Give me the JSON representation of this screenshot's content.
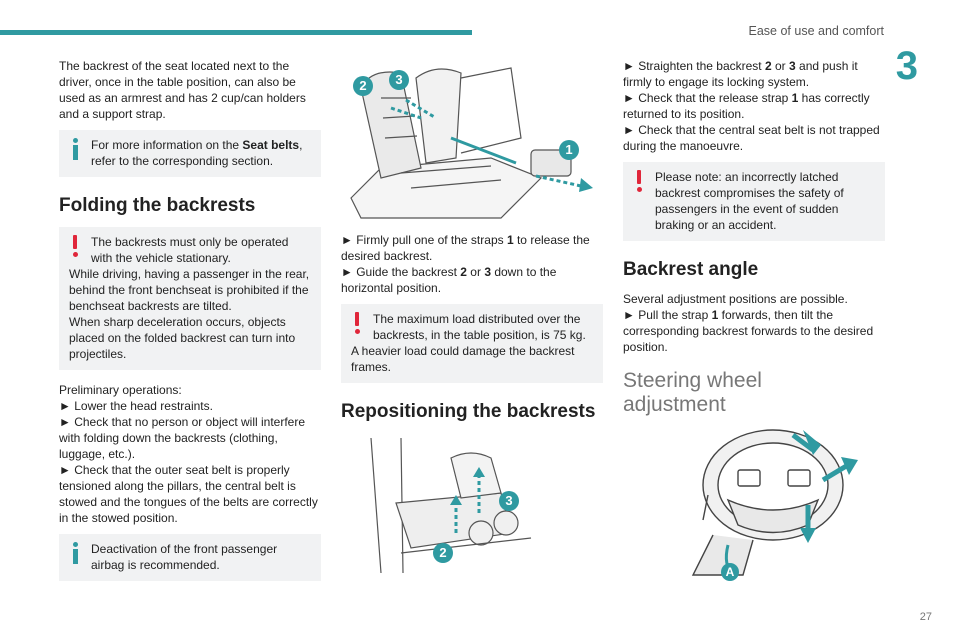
{
  "header": {
    "title": "Ease of use and comfort",
    "chapter": "3",
    "page": "27"
  },
  "col1": {
    "intro": "The backrest of the seat located next to the driver, once in the table position, can also be used as an armrest and has 2 cup/can holders and a support strap.",
    "note1_pre": "For more information on the ",
    "note1_bold": "Seat belts",
    "note1_post": ", refer to the corresponding section.",
    "heading": "Folding the backrests",
    "warn1_first": "The backrests must only be operated with the vehicle stationary.",
    "warn1_rest1": "While driving, having a passenger in the rear, behind the front benchseat is prohibited if the benchseat backrests are tilted.",
    "warn1_rest2": "When sharp deceleration occurs, objects placed on the folded backrest can turn into projectiles.",
    "prelim": "Preliminary operations:",
    "step1": "Lower the head restraints.",
    "step2": "Check that no person or object will interfere with folding down the backrests (clothing, luggage, etc.).",
    "step3": "Check that the outer seat belt is properly tensioned along the pillars, the central belt is stowed and the tongues of the belts are correctly in the stowed position.",
    "note2": "Deactivation of the front passenger airbag is recommended."
  },
  "col2": {
    "fig1": {
      "callouts": [
        "2",
        "3",
        "1"
      ]
    },
    "s1_pre": "Firmly pull one of the straps ",
    "s1_b": "1",
    "s1_post": " to release the desired backrest.",
    "s2_pre": "Guide the backrest ",
    "s2_b1": "2",
    "s2_mid": " or ",
    "s2_b2": "3",
    "s2_post": " down to the horizontal position.",
    "warn_first": "The maximum load distributed over the backrests, in the table position, is 75 kg.",
    "warn_rest": "A heavier load could damage the backrest frames.",
    "heading": "Repositioning the backrests",
    "fig2": {
      "callouts": [
        "3",
        "2"
      ]
    }
  },
  "col3": {
    "s1_pre": "Straighten the backrest ",
    "s1_b1": "2",
    "s1_mid": " or ",
    "s1_b2": "3",
    "s1_post": " and push it firmly to engage its locking system.",
    "s2_pre": "Check that the release strap ",
    "s2_b": "1",
    "s2_post": " has correctly returned to its position.",
    "s3": "Check that the central seat belt is not trapped during the manoeuvre.",
    "warn_first": "Please note: an incorrectly latched backrest compromises the safety of passengers in the event of sudden braking or an accident.",
    "heading": "Backrest angle",
    "p1": "Several adjustment positions are possible.",
    "s4_pre": "Pull the strap ",
    "s4_b": "1",
    "s4_post": " forwards, then tilt the corresponding backrest forwards to the desired position.",
    "heading2_line1": "Steering wheel",
    "heading2_line2": "adjustment",
    "fig3": {
      "callouts": [
        "A"
      ]
    }
  },
  "colors": {
    "accent": "#2f9aa1",
    "warning": "#e0263a",
    "note_bg": "#f1f2f3"
  }
}
